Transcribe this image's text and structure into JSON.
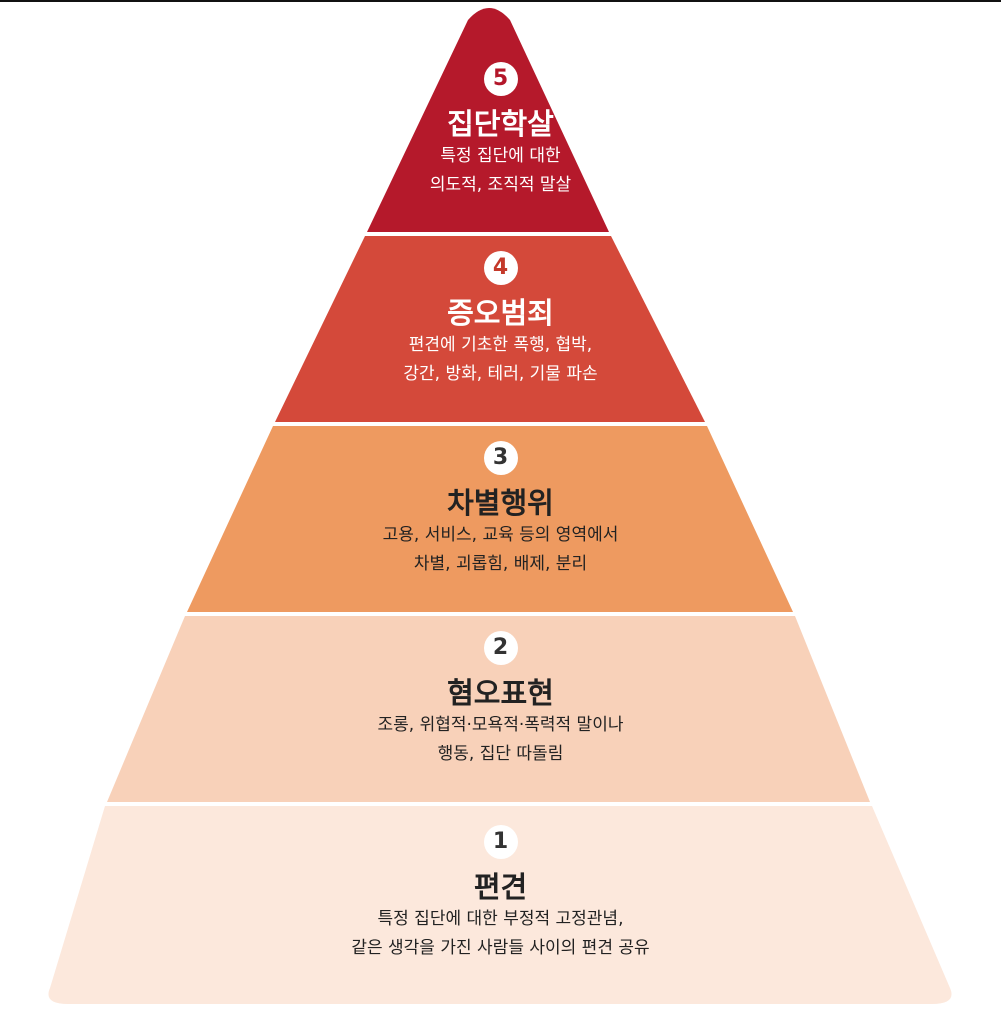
{
  "pyramid": {
    "levels": [
      {
        "number": "5",
        "title": "집단학살",
        "desc": [
          "특정 집단에 대한",
          "의도적, 조직적 말살"
        ],
        "color": "#b5192b"
      },
      {
        "number": "4",
        "title": "증오범죄",
        "desc": [
          "편견에 기초한 폭행, 협박,",
          "강간, 방화, 테러, 기물 파손"
        ],
        "color": "#d4493a"
      },
      {
        "number": "3",
        "title": "차별행위",
        "desc": [
          "고용, 서비스, 교육 등의 영역에서",
          "차별, 괴롭힘, 배제, 분리"
        ],
        "color": "#ee9a60"
      },
      {
        "number": "2",
        "title": "혐오표현",
        "desc": [
          "조롱, 위협적·모욕적·폭력적 말이나",
          "행동, 집단 따돌림"
        ],
        "color": "#f8d1b9"
      },
      {
        "number": "1",
        "title": "편견",
        "desc": [
          "특정 집단에 대한 부정적 고정관념,",
          "같은 생각을 가진 사람들 사이의 편견 공유"
        ],
        "color": "#fce8dc"
      }
    ]
  }
}
